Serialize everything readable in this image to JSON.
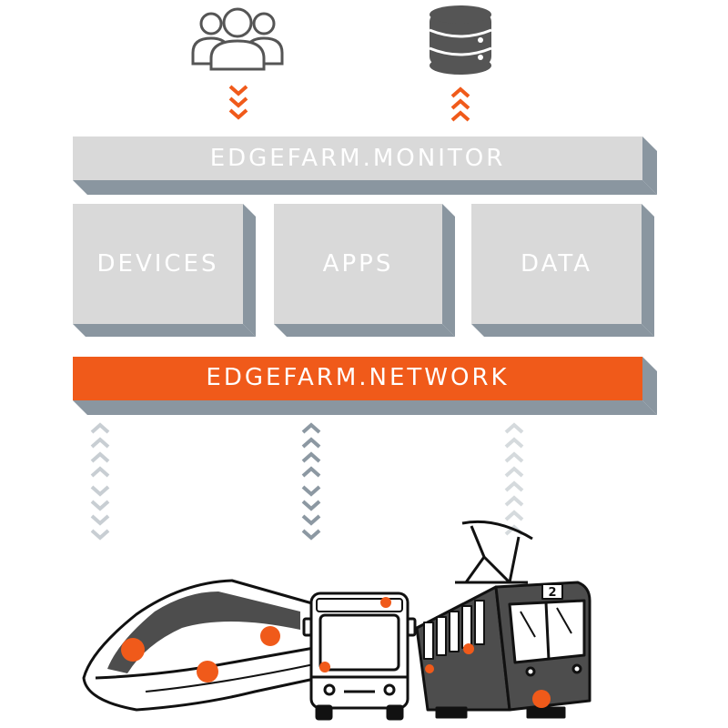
{
  "monitor": {
    "label": "EDGEFARM.MONITOR"
  },
  "modules": [
    {
      "label": "DEVICES"
    },
    {
      "label": "APPS"
    },
    {
      "label": "DATA"
    }
  ],
  "network": {
    "label": "EDGEFARM.NETWORK"
  },
  "icons": {
    "users": "users-icon",
    "database": "database-icon"
  },
  "vehicles": [
    "high-speed-train",
    "bus",
    "tram"
  ],
  "tram_number": "2",
  "colors": {
    "accent": "#f05a1a",
    "block_face": "#d9d9d9",
    "block_shadow": "#8a96a0",
    "arrow_gray": "#8c98a2",
    "arrow_light": "#c8ced3",
    "icon_gray": "#555555"
  }
}
